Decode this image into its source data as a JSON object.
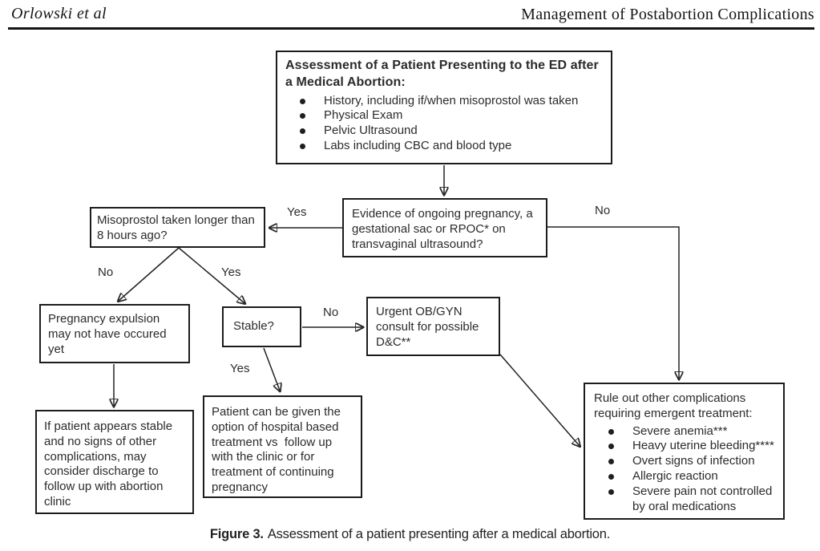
{
  "header": {
    "left": "Orlowski et al",
    "right": "Management of Postabortion Complications"
  },
  "colors": {
    "ink": "#1c1c1c",
    "background": "#ffffff"
  },
  "flowchart": {
    "assessment": {
      "title": "Assessment of a Patient Presenting to the ED after a Medical Abortion:",
      "bullets": [
        "History, including if/when misoprostol was taken",
        "Physical Exam",
        "Pelvic Ultrasound",
        "Labs including CBC and blood type"
      ]
    },
    "evidence": "Evidence of ongoing pregnancy, a gestational sac or RPOC* on transvaginal ultrasound?",
    "misoprostol": "Misoprostol taken longer than 8 hours ago?",
    "expulsion": "Pregnancy expulsion may not have occured yet",
    "stable": "Stable?",
    "urgent": "Urgent OB/GYN consult for possible D&C**",
    "discharge": "If patient appears stable and no signs of other complications, may consider discharge to follow up with abortion clinic",
    "option": "Patient can be given the option of hospital based treatment vs  follow up with the clinic or for treatment of continuing pregnancy",
    "ruleout": {
      "title": "Rule out other complications requiring emergent treatment:",
      "bullets": [
        "Severe anemia***",
        "Heavy uterine bleeding****",
        "Overt signs of infection",
        "Allergic reaction",
        "Severe pain not controlled by oral medications"
      ]
    },
    "labels": {
      "yes_evidence_to_misoprostol": "Yes",
      "no_evidence_to_ruleout": "No",
      "no_misoprostol_branch": "No",
      "yes_misoprostol_branch": "Yes",
      "no_stable_to_urgent": "No",
      "yes_stable_to_option": "Yes"
    }
  },
  "caption": {
    "label": "Figure 3.",
    "text": "Assessment of a patient presenting after a medical abortion."
  }
}
